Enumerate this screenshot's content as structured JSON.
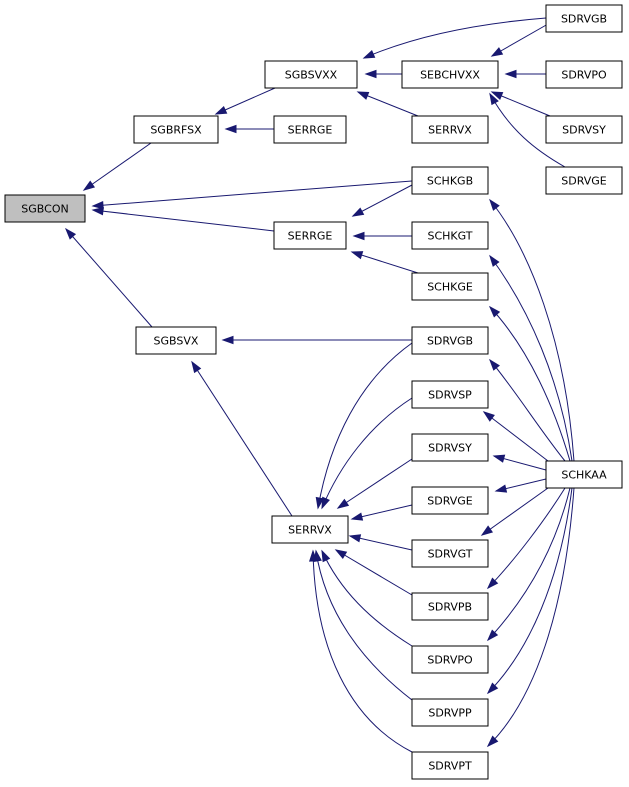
{
  "colors": {
    "edge": "#191970",
    "node_fill": "#ffffff",
    "root_fill": "#bfbfbf",
    "node_stroke": "#000000"
  },
  "nodes": {
    "sgbcon": "SGBCON",
    "sgbrfsx": "SGBRFSX",
    "sgbsvxx": "SGBSVXX",
    "sebchvxx": "SEBCHVXX",
    "sdrvgb_top": "SDRVGB",
    "sdrvpo_top": "SDRVPO",
    "sdrvsy_top": "SDRVSY",
    "sdrvge_top": "SDRVGE",
    "serrvx_top": "SERRVX",
    "serrge_top": "SERRGE",
    "schkgb": "SCHKGB",
    "serrge": "SERRGE",
    "schkgt": "SCHKGT",
    "schkge": "SCHKGE",
    "sgbsvx": "SGBSVX",
    "sdrvgb": "SDRVGB",
    "sdrvsp": "SDRVSP",
    "sdrvsy": "SDRVSY",
    "sdrvge": "SDRVGE",
    "serrvx": "SERRVX",
    "sdrvgt": "SDRVGT",
    "sdrvpb": "SDRVPB",
    "sdrvpo": "SDRVPO",
    "sdrvpp": "SDRVPP",
    "sdrvpt": "SDRVPT",
    "schkaa": "SCHKAA"
  }
}
